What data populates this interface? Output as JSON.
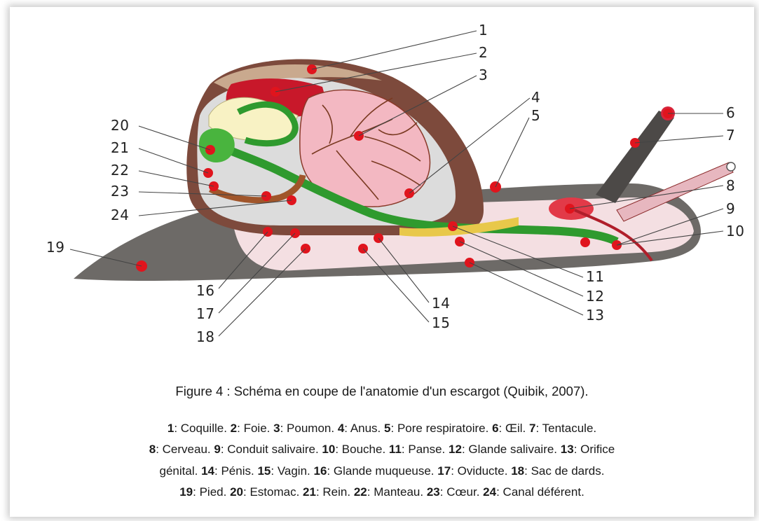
{
  "figure": {
    "caption": "Figure 4 : Schéma en coupe de l'anatomie d'un escargot (Quibik, 2007)."
  },
  "labels": [
    "1",
    "2",
    "3",
    "4",
    "5",
    "6",
    "7",
    "8",
    "9",
    "10",
    "11",
    "12",
    "13",
    "14",
    "15",
    "16",
    "17",
    "18",
    "19",
    "20",
    "21",
    "22",
    "23",
    "24"
  ],
  "legend": [
    {
      "num": "1",
      "text": "Coquille."
    },
    {
      "num": "2",
      "text": "Foie."
    },
    {
      "num": "3",
      "text": "Poumon."
    },
    {
      "num": "4",
      "text": "Anus."
    },
    {
      "num": "5",
      "text": "Pore respiratoire."
    },
    {
      "num": "6",
      "text": "Œil."
    },
    {
      "num": "7",
      "text": "Tentacule."
    },
    {
      "num": "8",
      "text": "Cerveau."
    },
    {
      "num": "9",
      "text": "Conduit salivaire."
    },
    {
      "num": "10",
      "text": "Bouche."
    },
    {
      "num": "11",
      "text": "Panse."
    },
    {
      "num": "12",
      "text": "Glande salivaire."
    },
    {
      "num": "13",
      "text": "Orifice génital."
    },
    {
      "num": "14",
      "text": "Pénis."
    },
    {
      "num": "15",
      "text": "Vagin."
    },
    {
      "num": "16",
      "text": "Glande muqueuse."
    },
    {
      "num": "17",
      "text": "Oviducte."
    },
    {
      "num": "18",
      "text": "Sac de dards."
    },
    {
      "num": "19",
      "text": "Pied."
    },
    {
      "num": "20",
      "text": "Estomac."
    },
    {
      "num": "21",
      "text": "Rein."
    },
    {
      "num": "22",
      "text": "Manteau."
    },
    {
      "num": "23",
      "text": "Cœur."
    },
    {
      "num": "24",
      "text": "Canal déférent."
    }
  ],
  "colors": {
    "marker": "#e0141d",
    "shell": "#7a4b3a",
    "body": "#6a6764",
    "digestive": "#3aa534",
    "gland": "#e8c84a"
  }
}
